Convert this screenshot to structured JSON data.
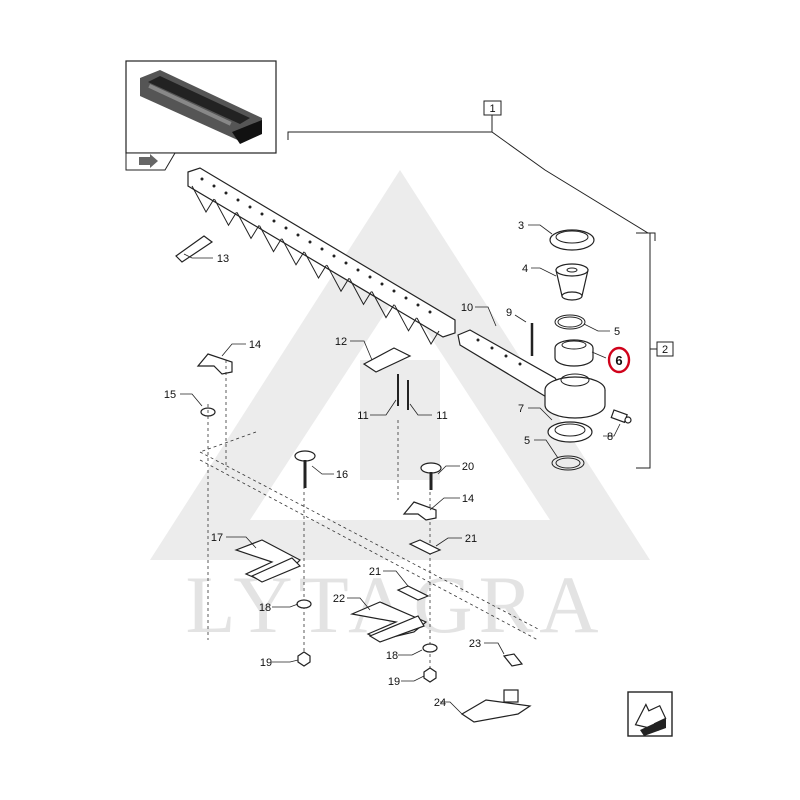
{
  "watermark": {
    "text": "LYTAGRA",
    "color": "#e3e3e3"
  },
  "highlight": {
    "label": "6",
    "ring_color": "#d0021b"
  },
  "assembly_boxes": [
    "1",
    "2"
  ],
  "callouts": {
    "c3": "3",
    "c4": "4",
    "c5a": "5",
    "c9": "9",
    "c10": "10",
    "c7": "7",
    "c5b": "5",
    "c8": "8",
    "c13": "13",
    "c14a": "14",
    "c12": "12",
    "c15": "15",
    "c11a": "11",
    "c11b": "11",
    "c16": "16",
    "c20": "20",
    "c14b": "14",
    "c17": "17",
    "c21a": "21",
    "c21b": "21",
    "c18a": "18",
    "c22": "22",
    "c19a": "19",
    "c23": "23",
    "c18b": "18",
    "c19b": "19",
    "c24": "24"
  },
  "icons": {
    "thumbnail": "header-assembly-thumbnail",
    "nav_top": "arrow-icon",
    "nav_bottom": "next-page-arrow-icon"
  }
}
